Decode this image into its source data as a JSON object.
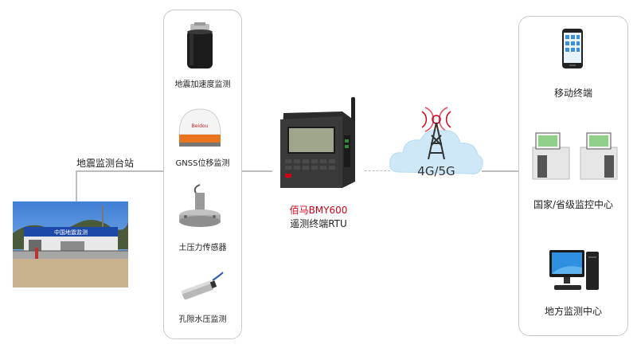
{
  "station": {
    "label": "地震监测台站",
    "sign_text": "中国地震监测"
  },
  "sensors": [
    {
      "label": "地震加速度监测",
      "icon": "accelerometer-icon"
    },
    {
      "label": "GNSS位移监测",
      "icon": "gnss-antenna-icon",
      "brand": "Beidou"
    },
    {
      "label": "土压力传感器",
      "icon": "earth-pressure-sensor-icon"
    },
    {
      "label": "孔隙水压监测",
      "icon": "pore-pressure-sensor-icon"
    }
  ],
  "rtu": {
    "name": "佰马BMY600",
    "subtitle": "遥测终端RTU"
  },
  "network": {
    "label": "4G/5G"
  },
  "destinations": [
    {
      "label": "移动终端",
      "icon": "mobile-phone-icon"
    },
    {
      "label": "国家/省级监控中心",
      "icon": "monitoring-center-icon"
    },
    {
      "label": "地方监测中心",
      "icon": "desktop-computer-icon"
    }
  ],
  "colors": {
    "brand_red": "#d0021b",
    "panel_border": "#c8c8c8",
    "cloud": "#cfe8f7",
    "line": "#bdbdbd"
  }
}
